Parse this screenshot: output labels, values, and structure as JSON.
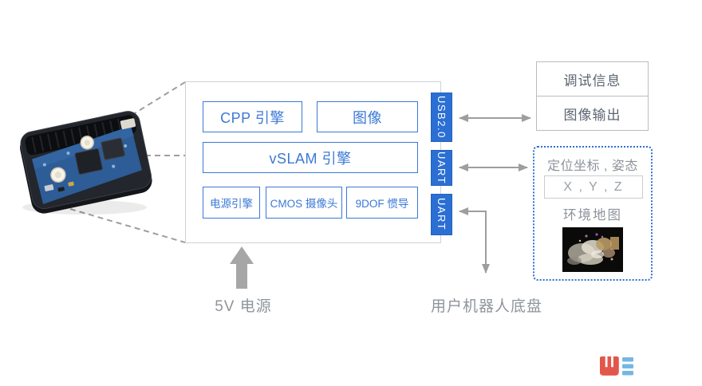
{
  "diagram": {
    "blocks": {
      "cpp": "CPP 引擎",
      "image": "图像",
      "vslam": "vSLAM 引擎",
      "power": "电源引擎",
      "cmos": "CMOS 摄像头",
      "imu": "9DOF 惯导"
    },
    "ports": [
      {
        "label": "USB2.0"
      },
      {
        "label": "UART"
      },
      {
        "label": "UART"
      }
    ]
  },
  "outputs": {
    "debug": {
      "row1": "调试信息",
      "row2": "图像输出"
    },
    "result": {
      "title": "定位坐标 , 姿态",
      "coords": "X , Y , Z",
      "map_label": "环境地图"
    }
  },
  "labels": {
    "power_supply": "5V 电源",
    "chassis": "用户机器人底盘"
  },
  "colors": {
    "accent_blue": "#3b79d6",
    "port_fill": "#2b6fd4",
    "line_gray": "#9e9e9e",
    "text_gray": "#8f959c",
    "logo_red": "#e2574c",
    "logo_blue": "#74b7e4"
  }
}
